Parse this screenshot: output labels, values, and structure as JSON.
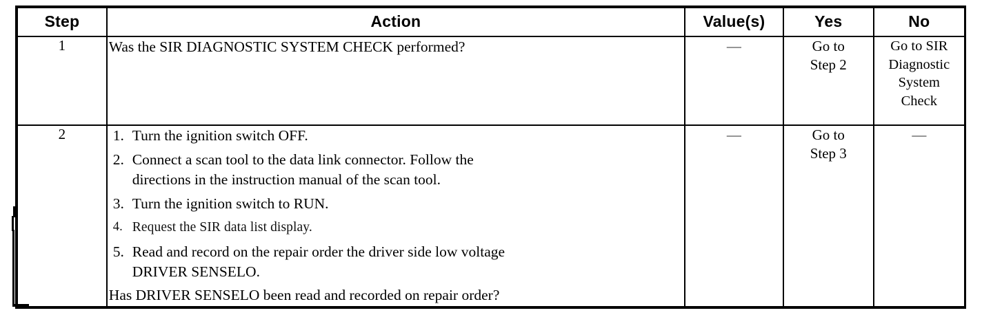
{
  "document": {
    "kind": "diagnostic-procedure-table"
  },
  "table": {
    "columns": [
      {
        "key": "step",
        "label": "Step"
      },
      {
        "key": "action",
        "label": "Action"
      },
      {
        "key": "value",
        "label": "Value(s)"
      },
      {
        "key": "yes",
        "label": "Yes"
      },
      {
        "key": "no",
        "label": "No"
      }
    ],
    "rows": [
      {
        "step": "1",
        "action": {
          "question": "Was the SIR DIAGNOSTIC SYSTEM CHECK performed?"
        },
        "value": "—",
        "yes": "Go to\nStep 2",
        "no": "Go to SIR\nDiagnostic\nSystem\nCheck"
      },
      {
        "step": "2",
        "action": {
          "steps": [
            {
              "num": "1.",
              "line1": "Turn the ignition switch OFF.",
              "line2": ""
            },
            {
              "num": "2.",
              "line1": "Connect a scan tool to the data link connector. Follow the",
              "line2": "directions in the instruction manual of the scan tool."
            },
            {
              "num": "3.",
              "line1": "Turn the ignition switch to RUN.",
              "line2": ""
            },
            {
              "num": "4.",
              "line1": "Request the SIR data list display.",
              "line2": ""
            },
            {
              "num": "5.",
              "line1": "Read and record on the repair order the driver side low voltage",
              "line2": "DRIVER SENSELO."
            }
          ],
          "question": "Has DRIVER SENSELO been read and recorded on repair order?"
        },
        "value": "—",
        "yes": "Go to\nStep 3",
        "no": "—"
      }
    ]
  },
  "colors": {
    "ink": "#000000",
    "paper": "#ffffff"
  }
}
